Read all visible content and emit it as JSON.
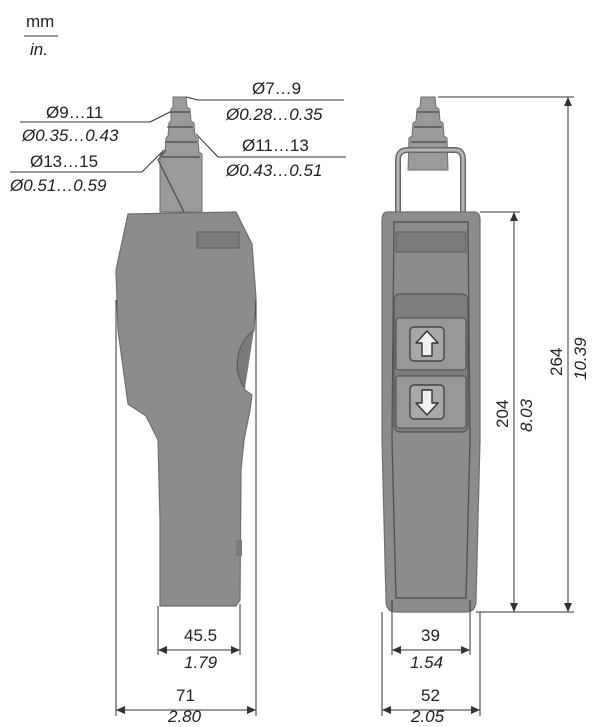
{
  "units": {
    "primary": "mm",
    "secondary": "in."
  },
  "side_view": {
    "callouts": [
      {
        "mm": "Ø9…11",
        "in": "Ø0.35…0.43"
      },
      {
        "mm": "Ø13…15",
        "in": "Ø0.51…0.59"
      },
      {
        "mm": "Ø7…9",
        "in": "Ø0.28…0.35"
      },
      {
        "mm": "Ø11…13",
        "in": "Ø0.43…0.51"
      }
    ],
    "grip_width": {
      "mm": "45.5",
      "in": "1.79"
    },
    "overall_width": {
      "mm": "71",
      "in": "2.80"
    }
  },
  "front_view": {
    "inner_width": {
      "mm": "39",
      "in": "1.54"
    },
    "overall_width": {
      "mm": "52",
      "in": "2.05"
    },
    "body_height": {
      "mm": "204",
      "in": "8.03"
    },
    "overall_height": {
      "mm": "264",
      "in": "10.39"
    },
    "buttons": [
      {
        "icon": "arrow-up-icon"
      },
      {
        "icon": "arrow-down-icon"
      }
    ]
  }
}
